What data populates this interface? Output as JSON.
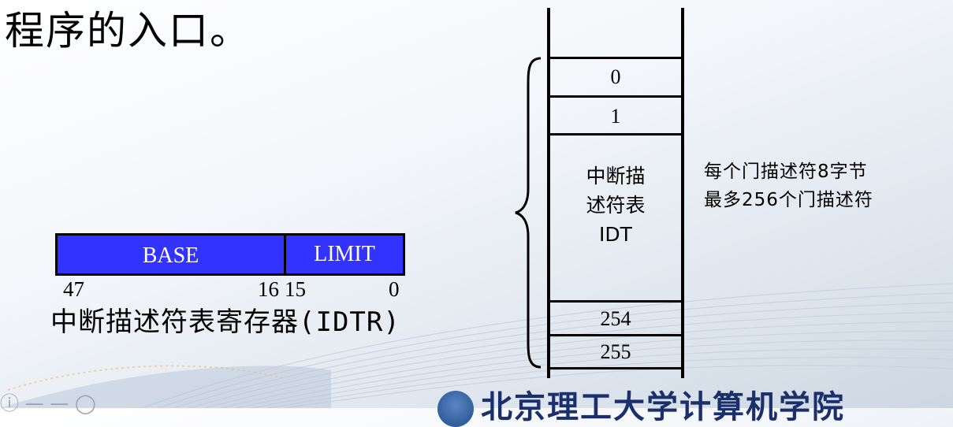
{
  "heading": "程序的入口。",
  "register": {
    "base_label": "BASE",
    "limit_label": "LIMIT",
    "bits": [
      "47",
      "16",
      "15",
      "0"
    ],
    "caption": "中断描述符表寄存器(IDTR)"
  },
  "idt": {
    "entries_top": [
      "0",
      "1"
    ],
    "title_lines": [
      "中断描",
      "述符表",
      "IDT"
    ],
    "entries_bottom": [
      "254",
      "255"
    ]
  },
  "note": {
    "line1": "每个门描述符8字节",
    "line2": "最多256个门描述符"
  },
  "footer": {
    "institution": "北京理工大学计算机学院",
    "left_fragment": "ⓘ — — ◯"
  },
  "colors": {
    "register_fill": "#3333ff",
    "footer_text": "#1a2f6b"
  }
}
